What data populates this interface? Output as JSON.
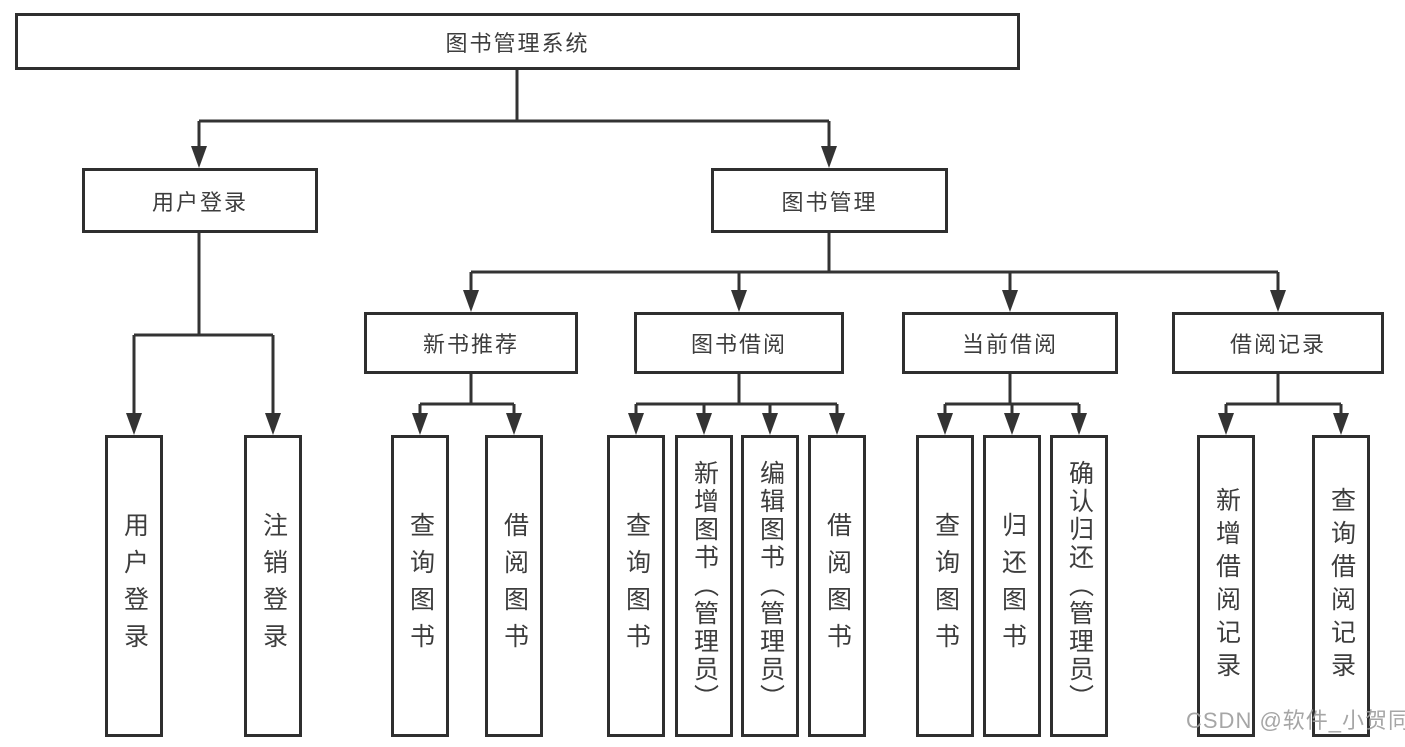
{
  "diagram": {
    "root": {
      "label": "图书管理系统"
    },
    "level2": [
      {
        "label": "用户登录"
      },
      {
        "label": "图书管理"
      }
    ],
    "level3": [
      {
        "label": "新书推荐"
      },
      {
        "label": "图书借阅"
      },
      {
        "label": "当前借阅"
      },
      {
        "label": "借阅记录"
      }
    ],
    "leaves": {
      "user_login": [
        {
          "label": "用户登录"
        },
        {
          "label": "注销登录"
        }
      ],
      "new_book": [
        {
          "label": "查询图书"
        },
        {
          "label": "借阅图书"
        }
      ],
      "book_borrow": [
        {
          "label": "查询图书"
        },
        {
          "label": "新增图书（管理员）"
        },
        {
          "label": "编辑图书（管理员）"
        },
        {
          "label": "借阅图书"
        }
      ],
      "current_borrow": [
        {
          "label": "查询图书"
        },
        {
          "label": "归还图书"
        },
        {
          "label": "确认归还（管理员）"
        }
      ],
      "borrow_record": [
        {
          "label": "新增借阅记录"
        },
        {
          "label": "查询借阅记录"
        }
      ]
    }
  },
  "watermark": {
    "text": "CSDN @软件_小贺同学"
  },
  "colors": {
    "line": "#333333",
    "border": "#2f2f2f",
    "text": "#3d3d3d",
    "background": "#ffffff",
    "watermark": "#9e9e9e"
  }
}
